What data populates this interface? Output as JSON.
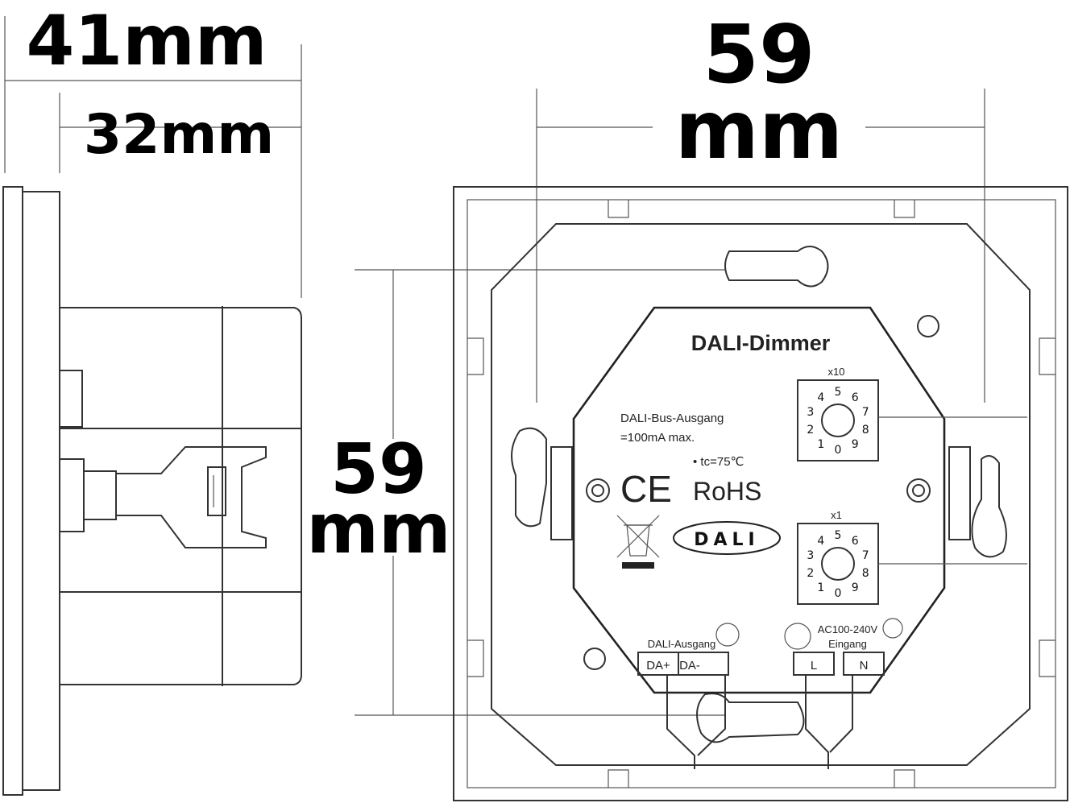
{
  "dimensions": {
    "side_total_depth": "41mm",
    "side_body_depth": "32mm",
    "front_width_value": "59",
    "front_width_unit": "mm",
    "front_height_value": "59",
    "front_height_unit": "mm"
  },
  "module": {
    "title": "DALI-Dimmer",
    "output_label_line1": "DALI-Bus-Ausgang",
    "output_label_line2": "=100mA max.",
    "temperature": "• tc=75℃",
    "ce_mark": "CE",
    "rohs": "RoHS",
    "dali_logo": "DALI",
    "dial_tens_label": "x10",
    "dial_ones_label": "x1",
    "dial_digits": [
      "0",
      "1",
      "2",
      "3",
      "4",
      "5",
      "6",
      "7",
      "8",
      "9"
    ],
    "terminal_output_label": "DALI-Ausgang",
    "terminal_da_plus": "DA+",
    "terminal_da_minus": "DA-",
    "terminal_input_label_line1": "AC100-240V",
    "terminal_input_label_line2": "Eingang",
    "terminal_l": "L",
    "terminal_n": "N"
  }
}
